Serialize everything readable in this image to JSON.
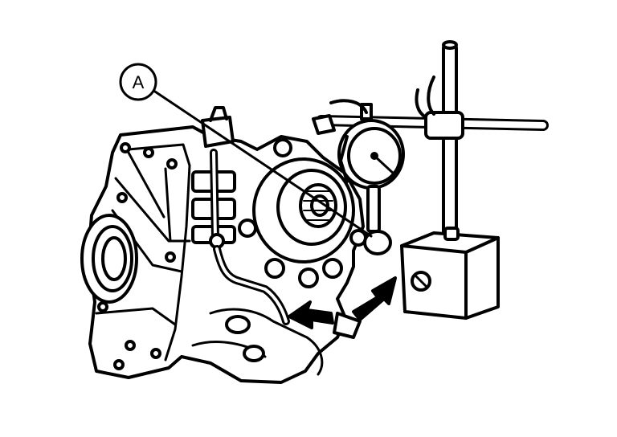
{
  "figure": {
    "callouts": [
      {
        "label": "A",
        "target": "dial-indicator-probe"
      }
    ],
    "components": [
      "transaxle-housing",
      "output-flange",
      "dial-indicator",
      "magnetic-base",
      "support-rod"
    ],
    "arrows": [
      "rotate-back",
      "rotate-forward"
    ],
    "colors": {
      "line": "#000000",
      "fill": "#ffffff"
    }
  }
}
